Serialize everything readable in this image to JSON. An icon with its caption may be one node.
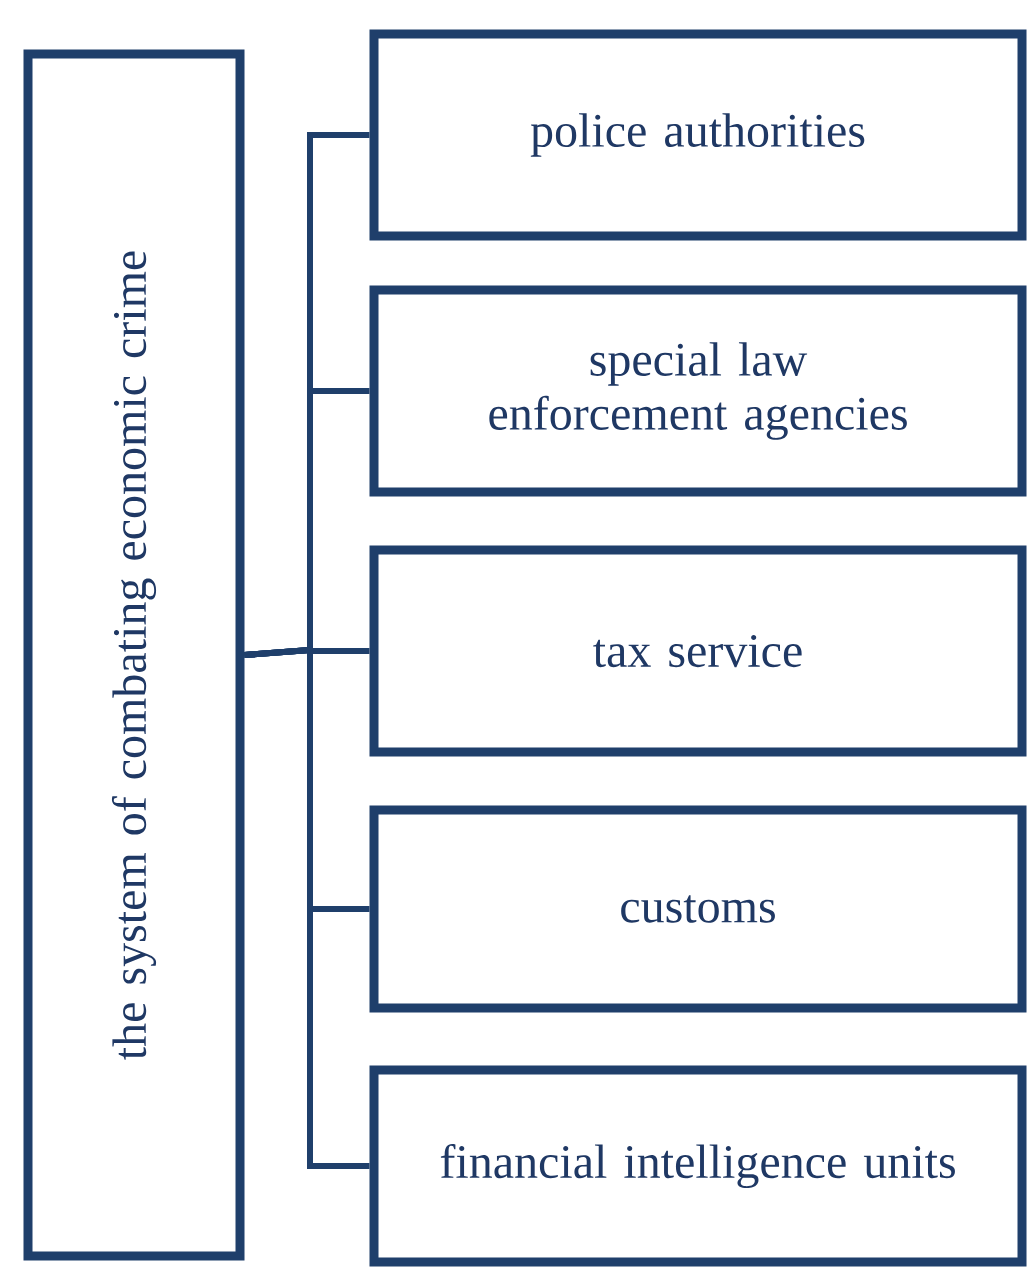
{
  "diagram": {
    "nodes": [
      {
        "text": [
          "the system of combating economic crime"
        ]
      },
      {
        "text": [
          "police authorities"
        ]
      },
      {
        "text": [
          "special law enforcement agencies"
        ]
      },
      {
        "text": [
          "tax service"
        ]
      },
      {
        "text": [
          "customs"
        ]
      },
      {
        "text": [
          "financial intelligence units"
        ]
      }
    ],
    "edges": [
      {
        "from": 0,
        "to": 1,
        "arrow": "none"
      },
      {
        "from": 0,
        "to": 2,
        "arrow": "none"
      },
      {
        "from": 0,
        "to": 3,
        "arrow": "none"
      },
      {
        "from": 0,
        "to": 4,
        "arrow": "none"
      },
      {
        "from": 0,
        "to": 5,
        "arrow": "none"
      }
    ]
  }
}
